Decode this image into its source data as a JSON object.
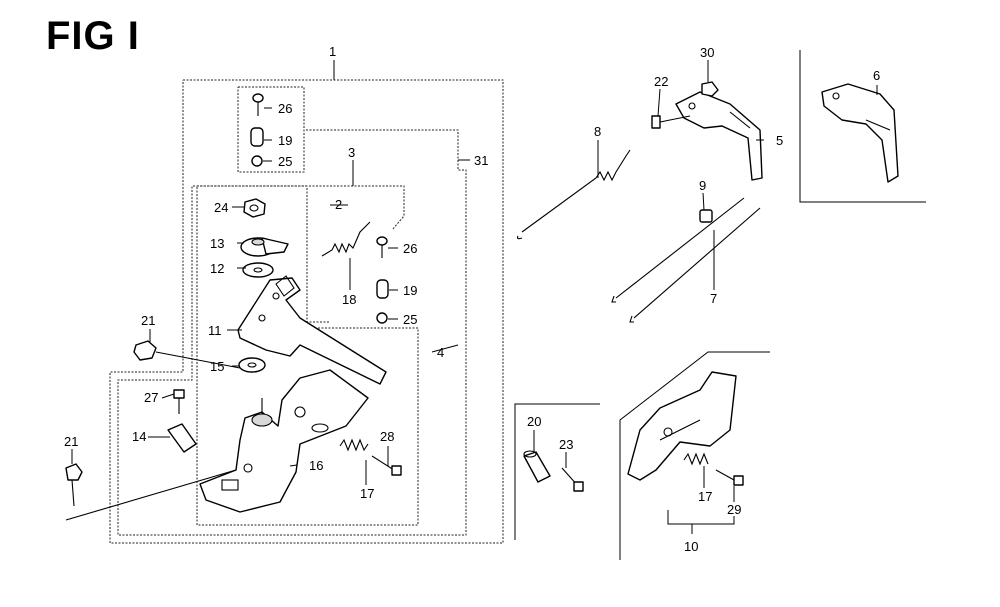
{
  "figure": {
    "title": "FIG I",
    "callouts": [
      {
        "id": "c1",
        "text": "1"
      },
      {
        "id": "c2",
        "text": "2"
      },
      {
        "id": "c3",
        "text": "3"
      },
      {
        "id": "c4",
        "text": "4"
      },
      {
        "id": "c5",
        "text": "5"
      },
      {
        "id": "c6",
        "text": "6"
      },
      {
        "id": "c7",
        "text": "7"
      },
      {
        "id": "c8",
        "text": "8"
      },
      {
        "id": "c9",
        "text": "9"
      },
      {
        "id": "c10",
        "text": "10"
      },
      {
        "id": "c11",
        "text": "11"
      },
      {
        "id": "c12",
        "text": "12"
      },
      {
        "id": "c13",
        "text": "13"
      },
      {
        "id": "c14",
        "text": "14"
      },
      {
        "id": "c15",
        "text": "15"
      },
      {
        "id": "c16",
        "text": "16"
      },
      {
        "id": "c17a",
        "text": "17"
      },
      {
        "id": "c17b",
        "text": "17"
      },
      {
        "id": "c18",
        "text": "18"
      },
      {
        "id": "c19a",
        "text": "19"
      },
      {
        "id": "c19b",
        "text": "19"
      },
      {
        "id": "c20",
        "text": "20"
      },
      {
        "id": "c21a",
        "text": "21"
      },
      {
        "id": "c21b",
        "text": "21"
      },
      {
        "id": "c22",
        "text": "22"
      },
      {
        "id": "c23",
        "text": "23"
      },
      {
        "id": "c24",
        "text": "24"
      },
      {
        "id": "c25a",
        "text": "25"
      },
      {
        "id": "c25b",
        "text": "25"
      },
      {
        "id": "c26a",
        "text": "26"
      },
      {
        "id": "c26b",
        "text": "26"
      },
      {
        "id": "c27",
        "text": "27"
      },
      {
        "id": "c28",
        "text": "28"
      },
      {
        "id": "c29",
        "text": "29"
      },
      {
        "id": "c30",
        "text": "30"
      },
      {
        "id": "c31",
        "text": "31"
      }
    ]
  }
}
